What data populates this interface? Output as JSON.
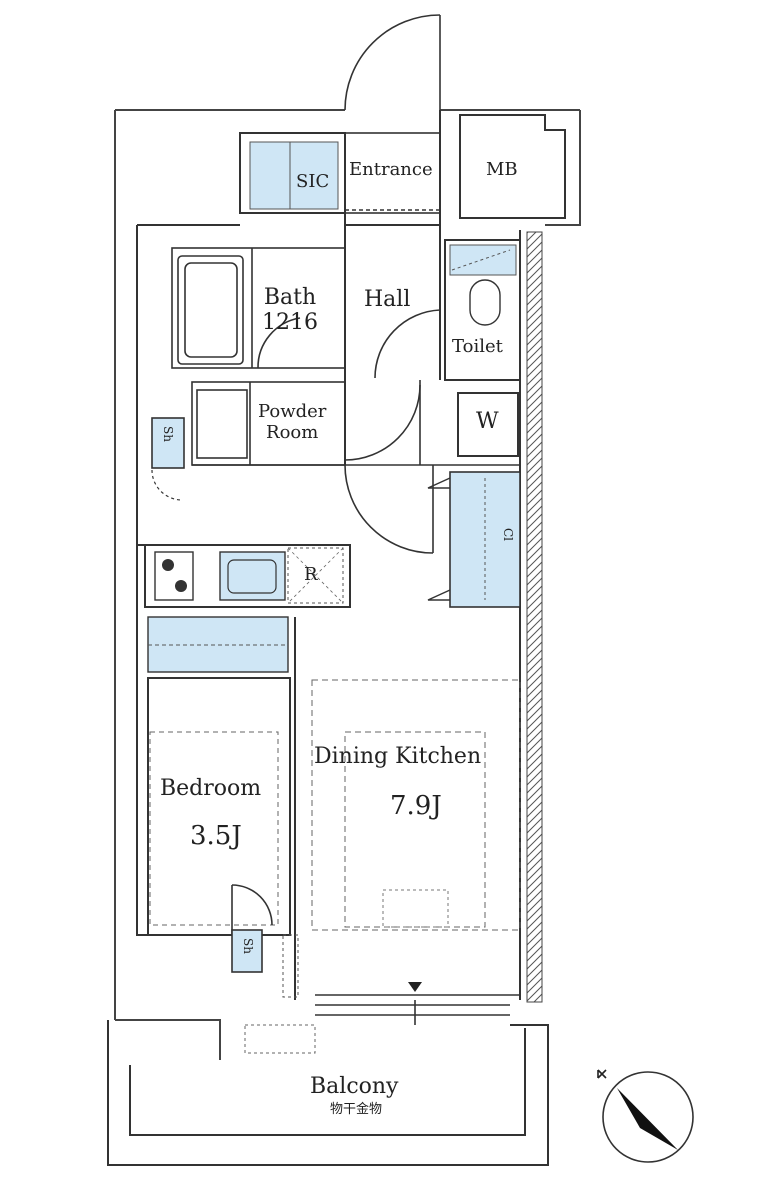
{
  "rooms": {
    "sic": "SIC",
    "entrance": "Entrance",
    "mb": "MB",
    "bath_name": "Bath",
    "bath_size": "1216",
    "hall": "Hall",
    "toilet": "Toilet",
    "powder_line1": "Powder",
    "powder_line2": "Room",
    "w": "W",
    "r": "R",
    "cl": "Cl",
    "sh_upper": "Sh",
    "sh_lower": "Sh",
    "dining_name": "Dining Kitchen",
    "dining_size": "7.9J",
    "bedroom_name": "Bedroom",
    "bedroom_size": "3.5J",
    "balcony": "Balcony",
    "balcony_sub": "物干金物"
  },
  "colors": {
    "storage_fill": "#cfe6f5",
    "wall": "#333333",
    "hatch": "#666666"
  },
  "icons": {
    "compass": "north-arrow-icon"
  }
}
